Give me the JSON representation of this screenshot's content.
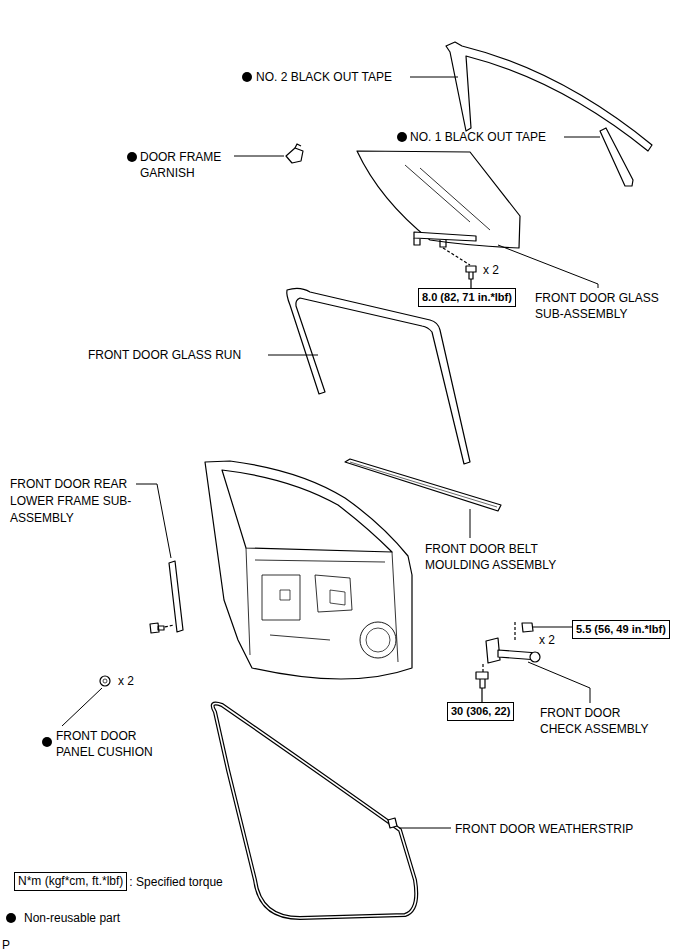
{
  "diagram": {
    "nodes": [
      {
        "text": [
          "8.0 (82, 71 in.*lbf)"
        ]
      },
      {
        "text": [
          "5.5 (56, 49 in.*lbf)"
        ]
      },
      {
        "text": [
          "30 (306, 22)"
        ]
      },
      {
        "text": [
          "N*m (kgf*cm, ft.*lbf)"
        ]
      }
    ],
    "labels": [
      "NO. 2 BLACK OUT TAPE",
      "NO. 1 BLACK OUT TAPE",
      "DOOR FRAME GARNISH",
      "x 2",
      "FRONT DOOR GLASS SUB-ASSEMBLY",
      "FRONT DOOR GLASS RUN",
      "FRONT DOOR REAR LOWER FRAME SUB-ASSEMBLY",
      "FRONT DOOR BELT MOULDING ASSEMBLY",
      "x 2",
      "FRONT DOOR CHECK ASSEMBLY",
      "x 2",
      "FRONT DOOR PANEL CUSHION",
      "FRONT DOOR WEATHERSTRIP",
      "P"
    ],
    "legend": [
      {
        "text": ": Specified torque"
      },
      {
        "text": "Non-reusable part"
      }
    ]
  }
}
